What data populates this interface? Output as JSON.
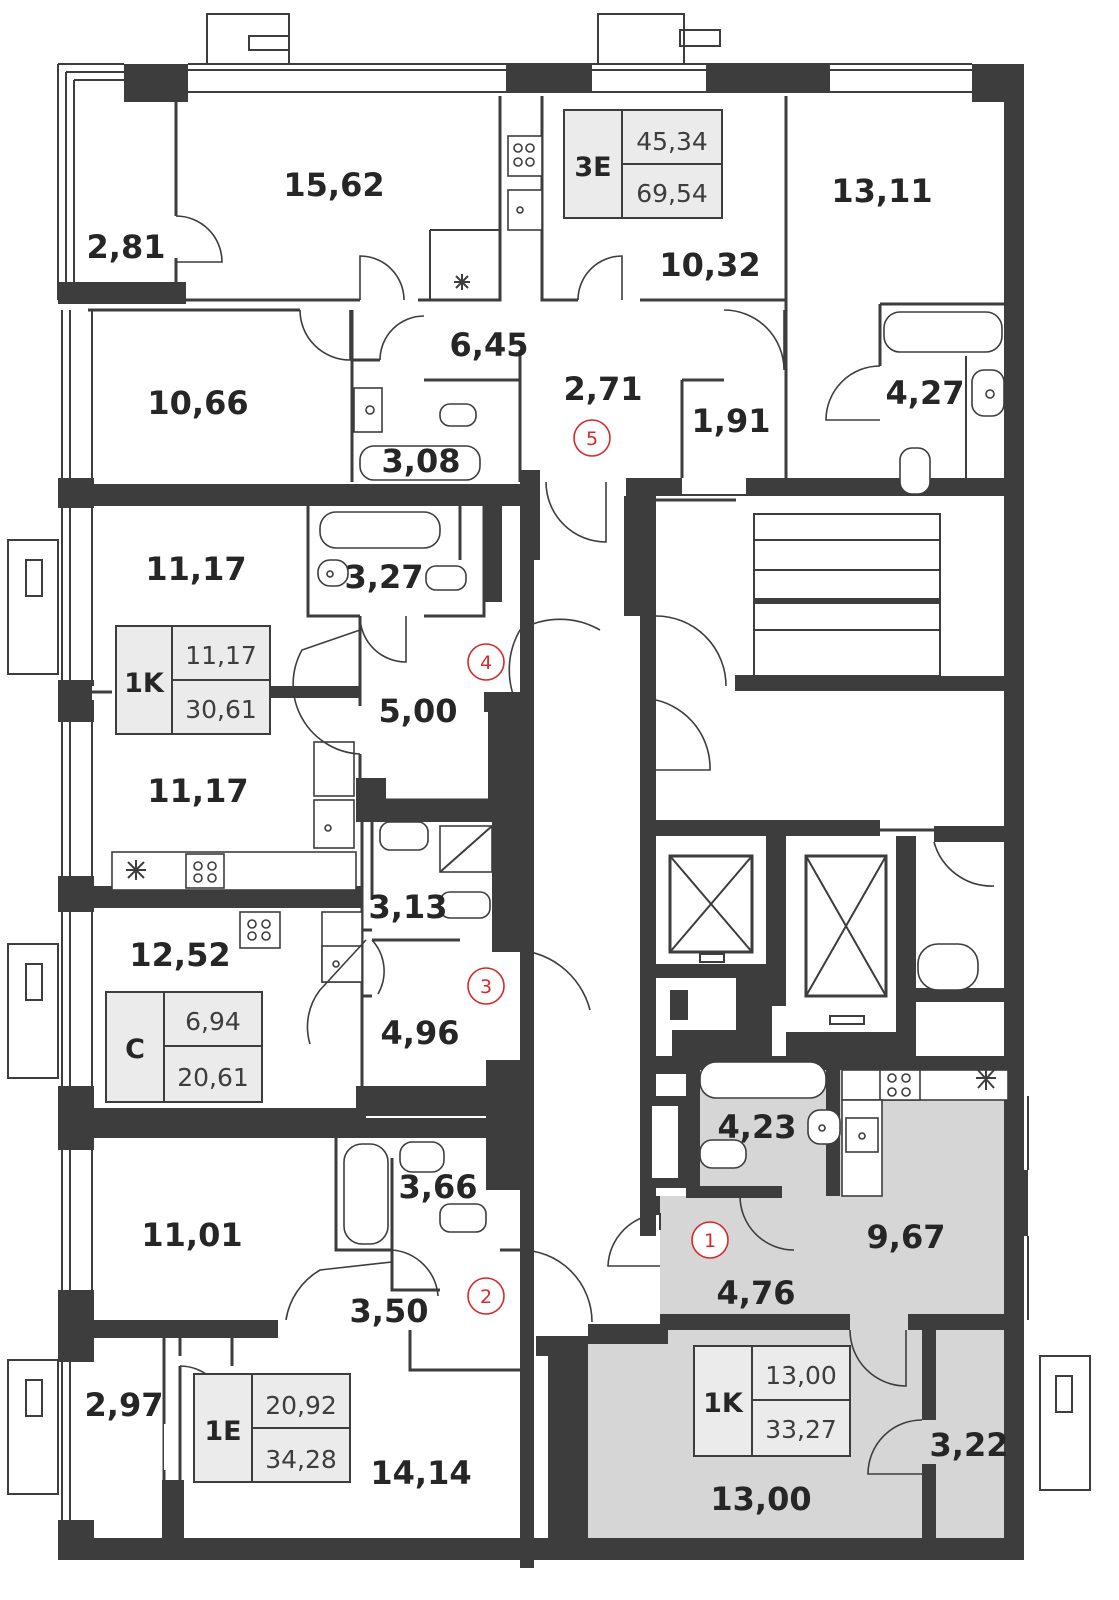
{
  "colors": {
    "wall": "#3d3d3d",
    "highlight": "#d6d6d6",
    "badge_bg": "#ebebeb",
    "marker": "#d42a2a"
  },
  "apartments": [
    {
      "code": "3E",
      "living": "45,34",
      "total": "69,54"
    },
    {
      "code": "1K",
      "living": "11,17",
      "total": "30,61"
    },
    {
      "code": "C",
      "living": "6,94",
      "total": "20,61"
    },
    {
      "code": "1E",
      "living": "20,92",
      "total": "34,28"
    },
    {
      "code": "1K",
      "living": "13,00",
      "total": "33,27"
    }
  ],
  "rooms": [
    {
      "label": "2,81"
    },
    {
      "label": "15,62"
    },
    {
      "label": "10,32"
    },
    {
      "label": "13,11"
    },
    {
      "label": "6,45"
    },
    {
      "label": "10,66"
    },
    {
      "label": "3,08"
    },
    {
      "label": "2,71"
    },
    {
      "label": "1,91"
    },
    {
      "label": "4,27"
    },
    {
      "label": "11,17"
    },
    {
      "label": "3,27"
    },
    {
      "label": "5,00"
    },
    {
      "label": "11,17"
    },
    {
      "label": "3,13"
    },
    {
      "label": "12,52"
    },
    {
      "label": "4,96"
    },
    {
      "label": "3,66"
    },
    {
      "label": "11,01"
    },
    {
      "label": "3,50"
    },
    {
      "label": "2,97"
    },
    {
      "label": "14,14"
    },
    {
      "label": "4,23"
    },
    {
      "label": "9,67"
    },
    {
      "label": "4,76"
    },
    {
      "label": "13,00"
    },
    {
      "label": "3,22"
    }
  ],
  "markers": [
    {
      "label": "5"
    },
    {
      "label": "4"
    },
    {
      "label": "3"
    },
    {
      "label": "2"
    },
    {
      "label": "1"
    }
  ]
}
